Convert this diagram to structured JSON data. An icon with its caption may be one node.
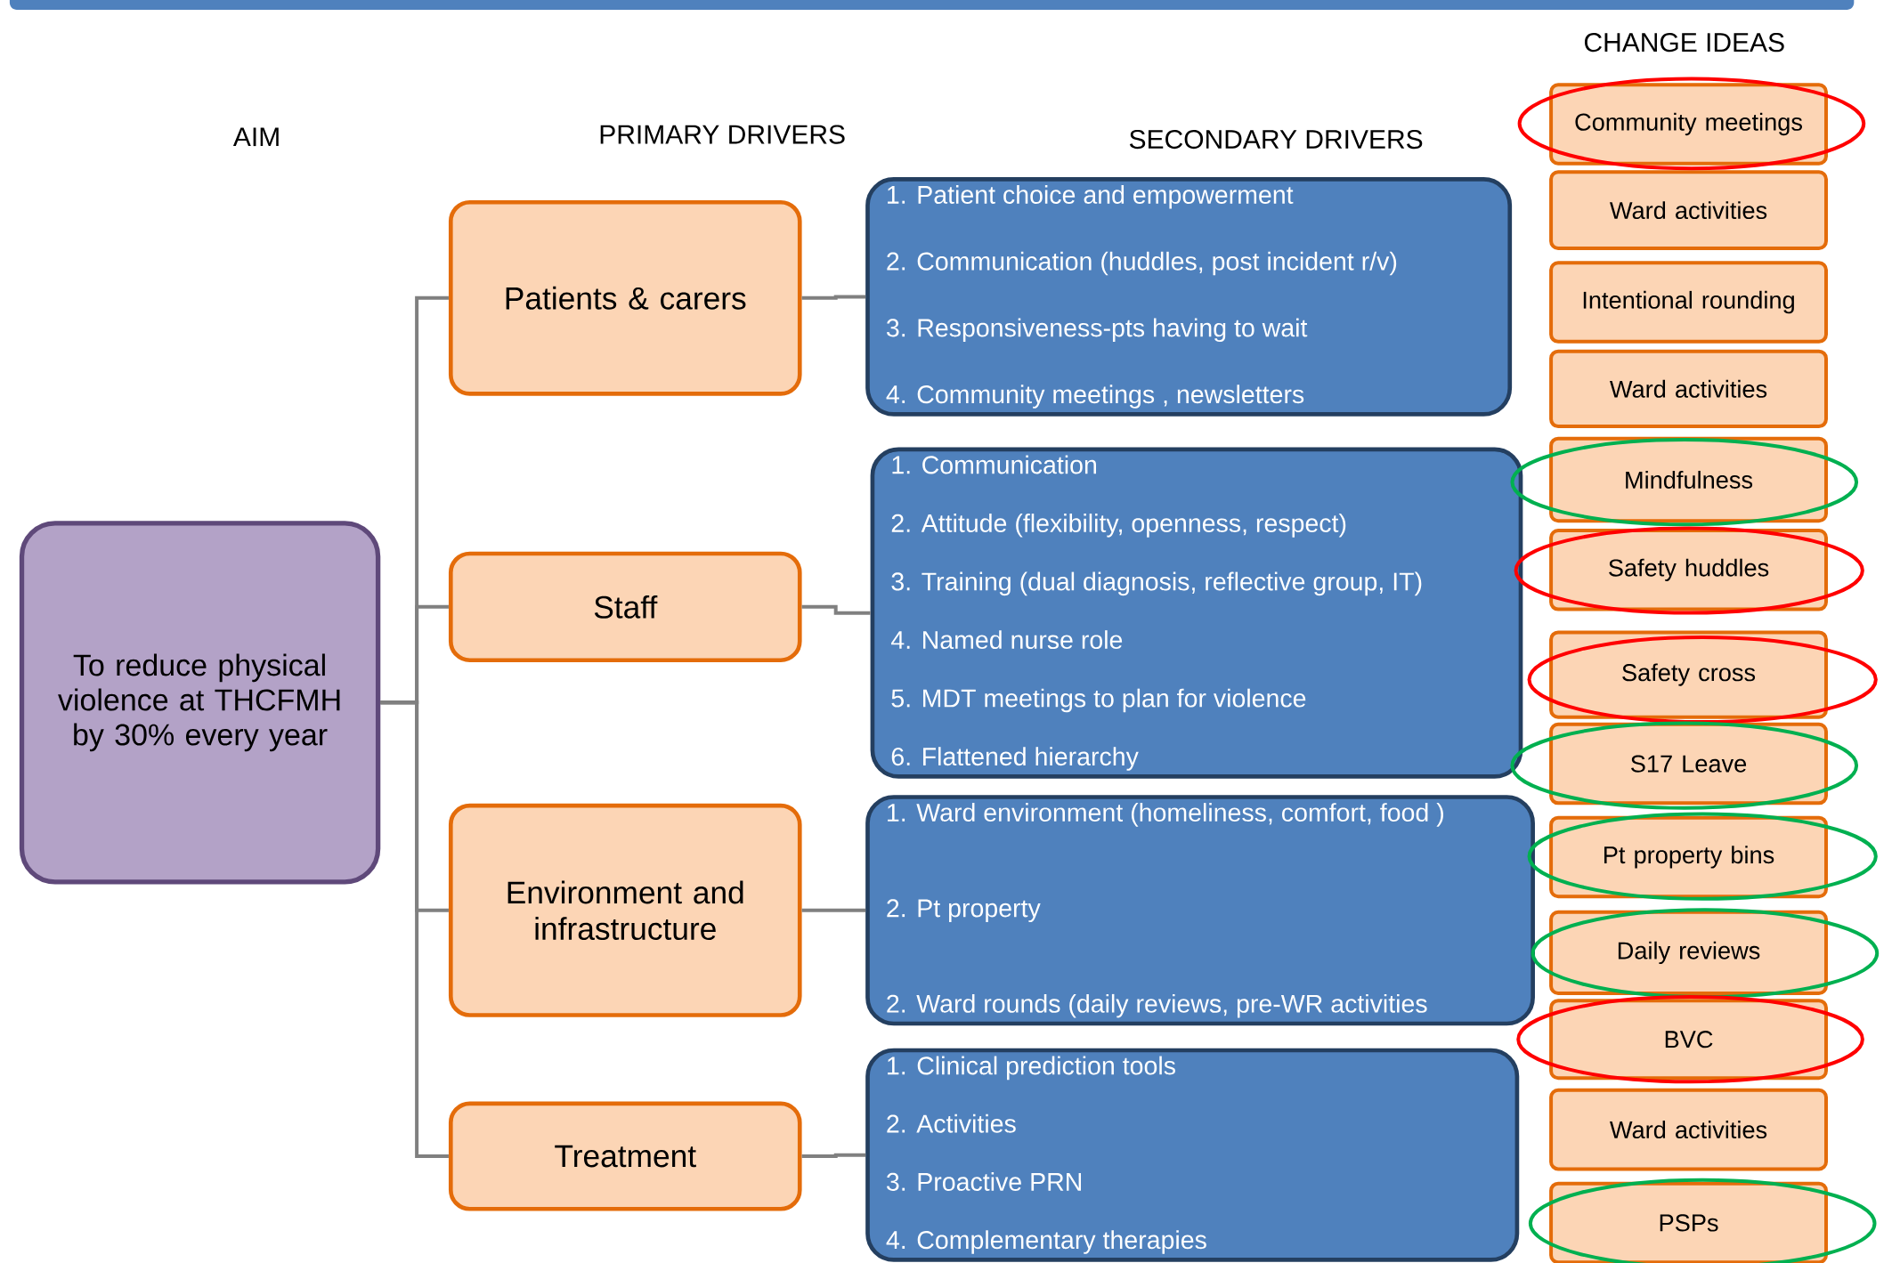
{
  "diagram": {
    "nodes": [
      {
        "text": [
          "To reduce physical violence at THCFMH by 30% every year"
        ]
      },
      {
        "text": [
          "Patients & carers"
        ]
      },
      {
        "text": [
          "Staff"
        ]
      },
      {
        "text": [
          "Environment and infrastructure"
        ]
      },
      {
        "text": [
          "Treatment"
        ]
      },
      {
        "text": [
          "1. Patient choice and empowerment",
          "2.  Communication  (huddles, post incident r/v)",
          "3.  Responsiveness-pts having to wait",
          "4.  Community  meetings , newsletters"
        ]
      },
      {
        "text": [
          "1.  Communication",
          "2.  Attitude (flexibility, openness, respect)",
          "3.  Training (dual diagnosis, reflective group, IT)",
          "4.  Named nurse role",
          "5.  MDT meetings to plan for violence",
          "6.  Flattened hierarchy"
        ]
      },
      {
        "text": [
          "1.  Ward environment  (homeliness, comfort, food )",
          "2.  Pt  property",
          "2.  Ward rounds  (daily reviews, pre-WR activities"
        ]
      },
      {
        "text": [
          "1.  Clinical prediction tools",
          "2.  Activities",
          "3.  Proactive PRN",
          "4.  Complementary  therapies"
        ]
      },
      {
        "text": [
          "Community meetings"
        ]
      },
      {
        "text": [
          "Ward activities"
        ]
      },
      {
        "text": [
          "Intentional rounding"
        ]
      },
      {
        "text": [
          "Ward activities"
        ]
      },
      {
        "text": [
          "Mindfulness"
        ]
      },
      {
        "text": [
          "Safety huddles"
        ]
      },
      {
        "text": [
          "Safety cross"
        ]
      },
      {
        "text": [
          "S17 Leave"
        ]
      },
      {
        "text": [
          "Pt property  bins"
        ]
      },
      {
        "text": [
          "Daily reviews"
        ]
      },
      {
        "text": [
          "BVC"
        ]
      },
      {
        "text": [
          "Ward activities"
        ]
      },
      {
        "text": [
          "PSPs"
        ]
      }
    ],
    "edges": [
      {
        "from": 0,
        "to": 1,
        "arrow": "none"
      },
      {
        "from": 0,
        "to": 2,
        "arrow": "none"
      },
      {
        "from": 0,
        "to": 3,
        "arrow": "none"
      },
      {
        "from": 0,
        "to": 4,
        "arrow": "none"
      },
      {
        "from": 1,
        "to": 5,
        "arrow": "none"
      },
      {
        "from": 2,
        "to": 6,
        "arrow": "none"
      },
      {
        "from": 3,
        "to": 7,
        "arrow": "none"
      },
      {
        "from": 4,
        "to": 8,
        "arrow": "none"
      }
    ],
    "labels": [
      "CHANGE IDEAS",
      "AIM",
      "PRIMARY DRIVERS",
      "SECONDARY DRIVERS"
    ]
  }
}
